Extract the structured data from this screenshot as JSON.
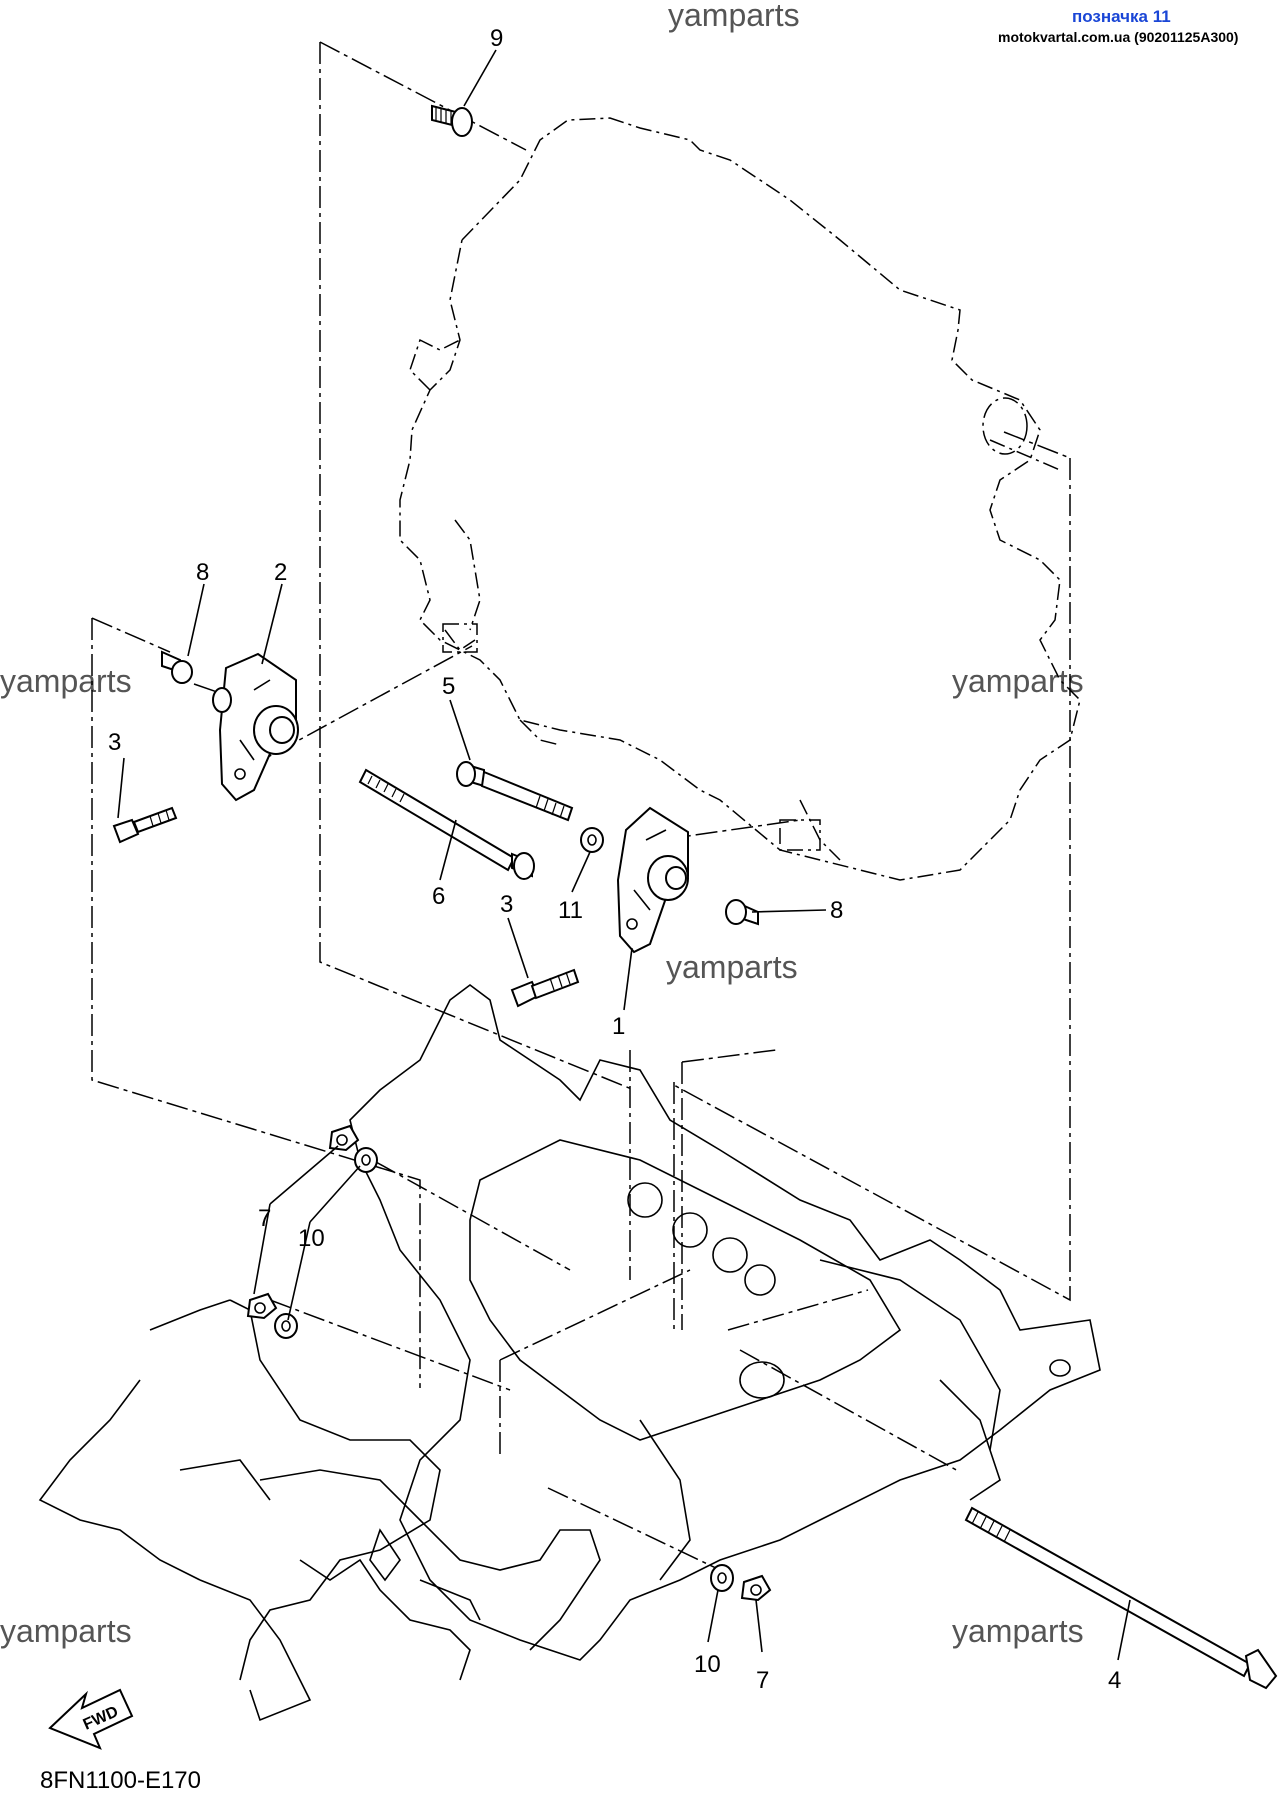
{
  "header": {
    "sheet_label": "позначка 11",
    "site_reference": "motokvartal.com.ua (90201125A300)"
  },
  "watermark": "yamparts",
  "callouts": {
    "c1": "1",
    "c2": "2",
    "c3a": "3",
    "c3b": "3",
    "c4": "4",
    "c5": "5",
    "c6": "6",
    "c7a": "7",
    "c7b": "7",
    "c8a": "8",
    "c8b": "8",
    "c9": "9",
    "c10a": "10",
    "c10b": "10",
    "c11": "11"
  },
  "fwd_label": "FWD",
  "diagram_code": "8FN1100-E170"
}
